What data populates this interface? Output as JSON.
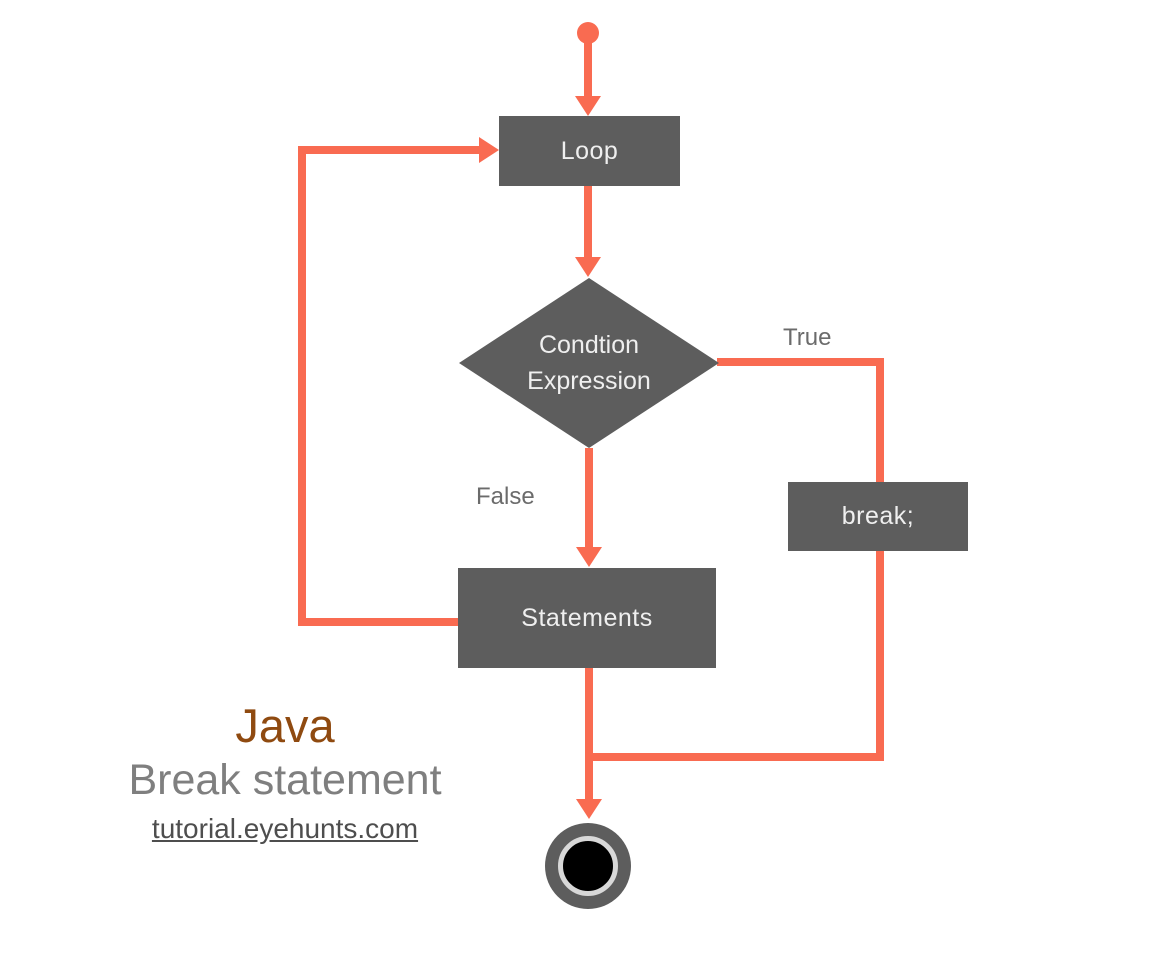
{
  "page": {
    "background": "#FFFFFF"
  },
  "colors": {
    "node_fill": "#5D5D5D",
    "node_text": "#EFEFEF",
    "connector": "#F96B51",
    "edge_label": "#6B6B6B",
    "java_title": "#8F4A10",
    "subtitle": "#7F7F7F",
    "link": "#4E4E4E",
    "end_ring": "#D8D8D8",
    "end_core": "#000000"
  },
  "flowchart": {
    "nodes": {
      "loop": {
        "label": "Loop"
      },
      "condition": {
        "label": "Condtion Expression"
      },
      "break": {
        "label": "break;"
      },
      "statements": {
        "label": "Statements"
      }
    },
    "edge_labels": {
      "true": "True",
      "false": "False"
    }
  },
  "caption": {
    "language": "Java",
    "subtitle": "Break statement",
    "link": "tutorial.eyehunts.com"
  }
}
